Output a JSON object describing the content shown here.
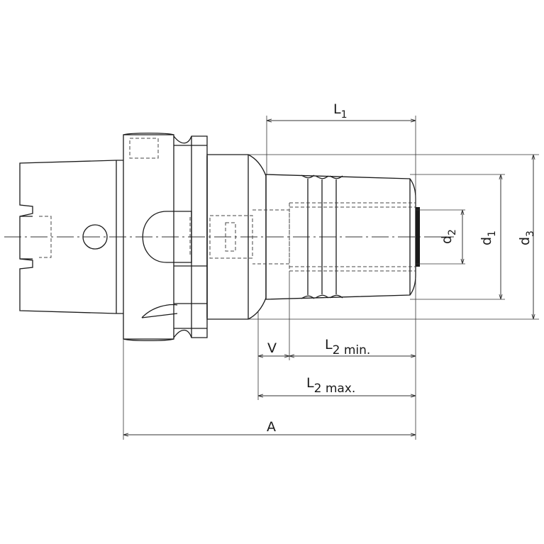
{
  "dimensions": {
    "L1": {
      "base": "L",
      "sub": "1"
    },
    "L2min": {
      "base": "L",
      "sub": "2 min."
    },
    "L2max": {
      "base": "L",
      "sub": "2 max."
    },
    "V": {
      "base": "V"
    },
    "A": {
      "base": "A"
    },
    "d1": {
      "base": "d",
      "sub": "1"
    },
    "d2": {
      "base": "d",
      "sub": "2"
    },
    "d3": {
      "base": "d",
      "sub": "3"
    }
  },
  "colors": {
    "line": "#1a1a1a",
    "dim": "#333333",
    "hidden": "#444444"
  }
}
